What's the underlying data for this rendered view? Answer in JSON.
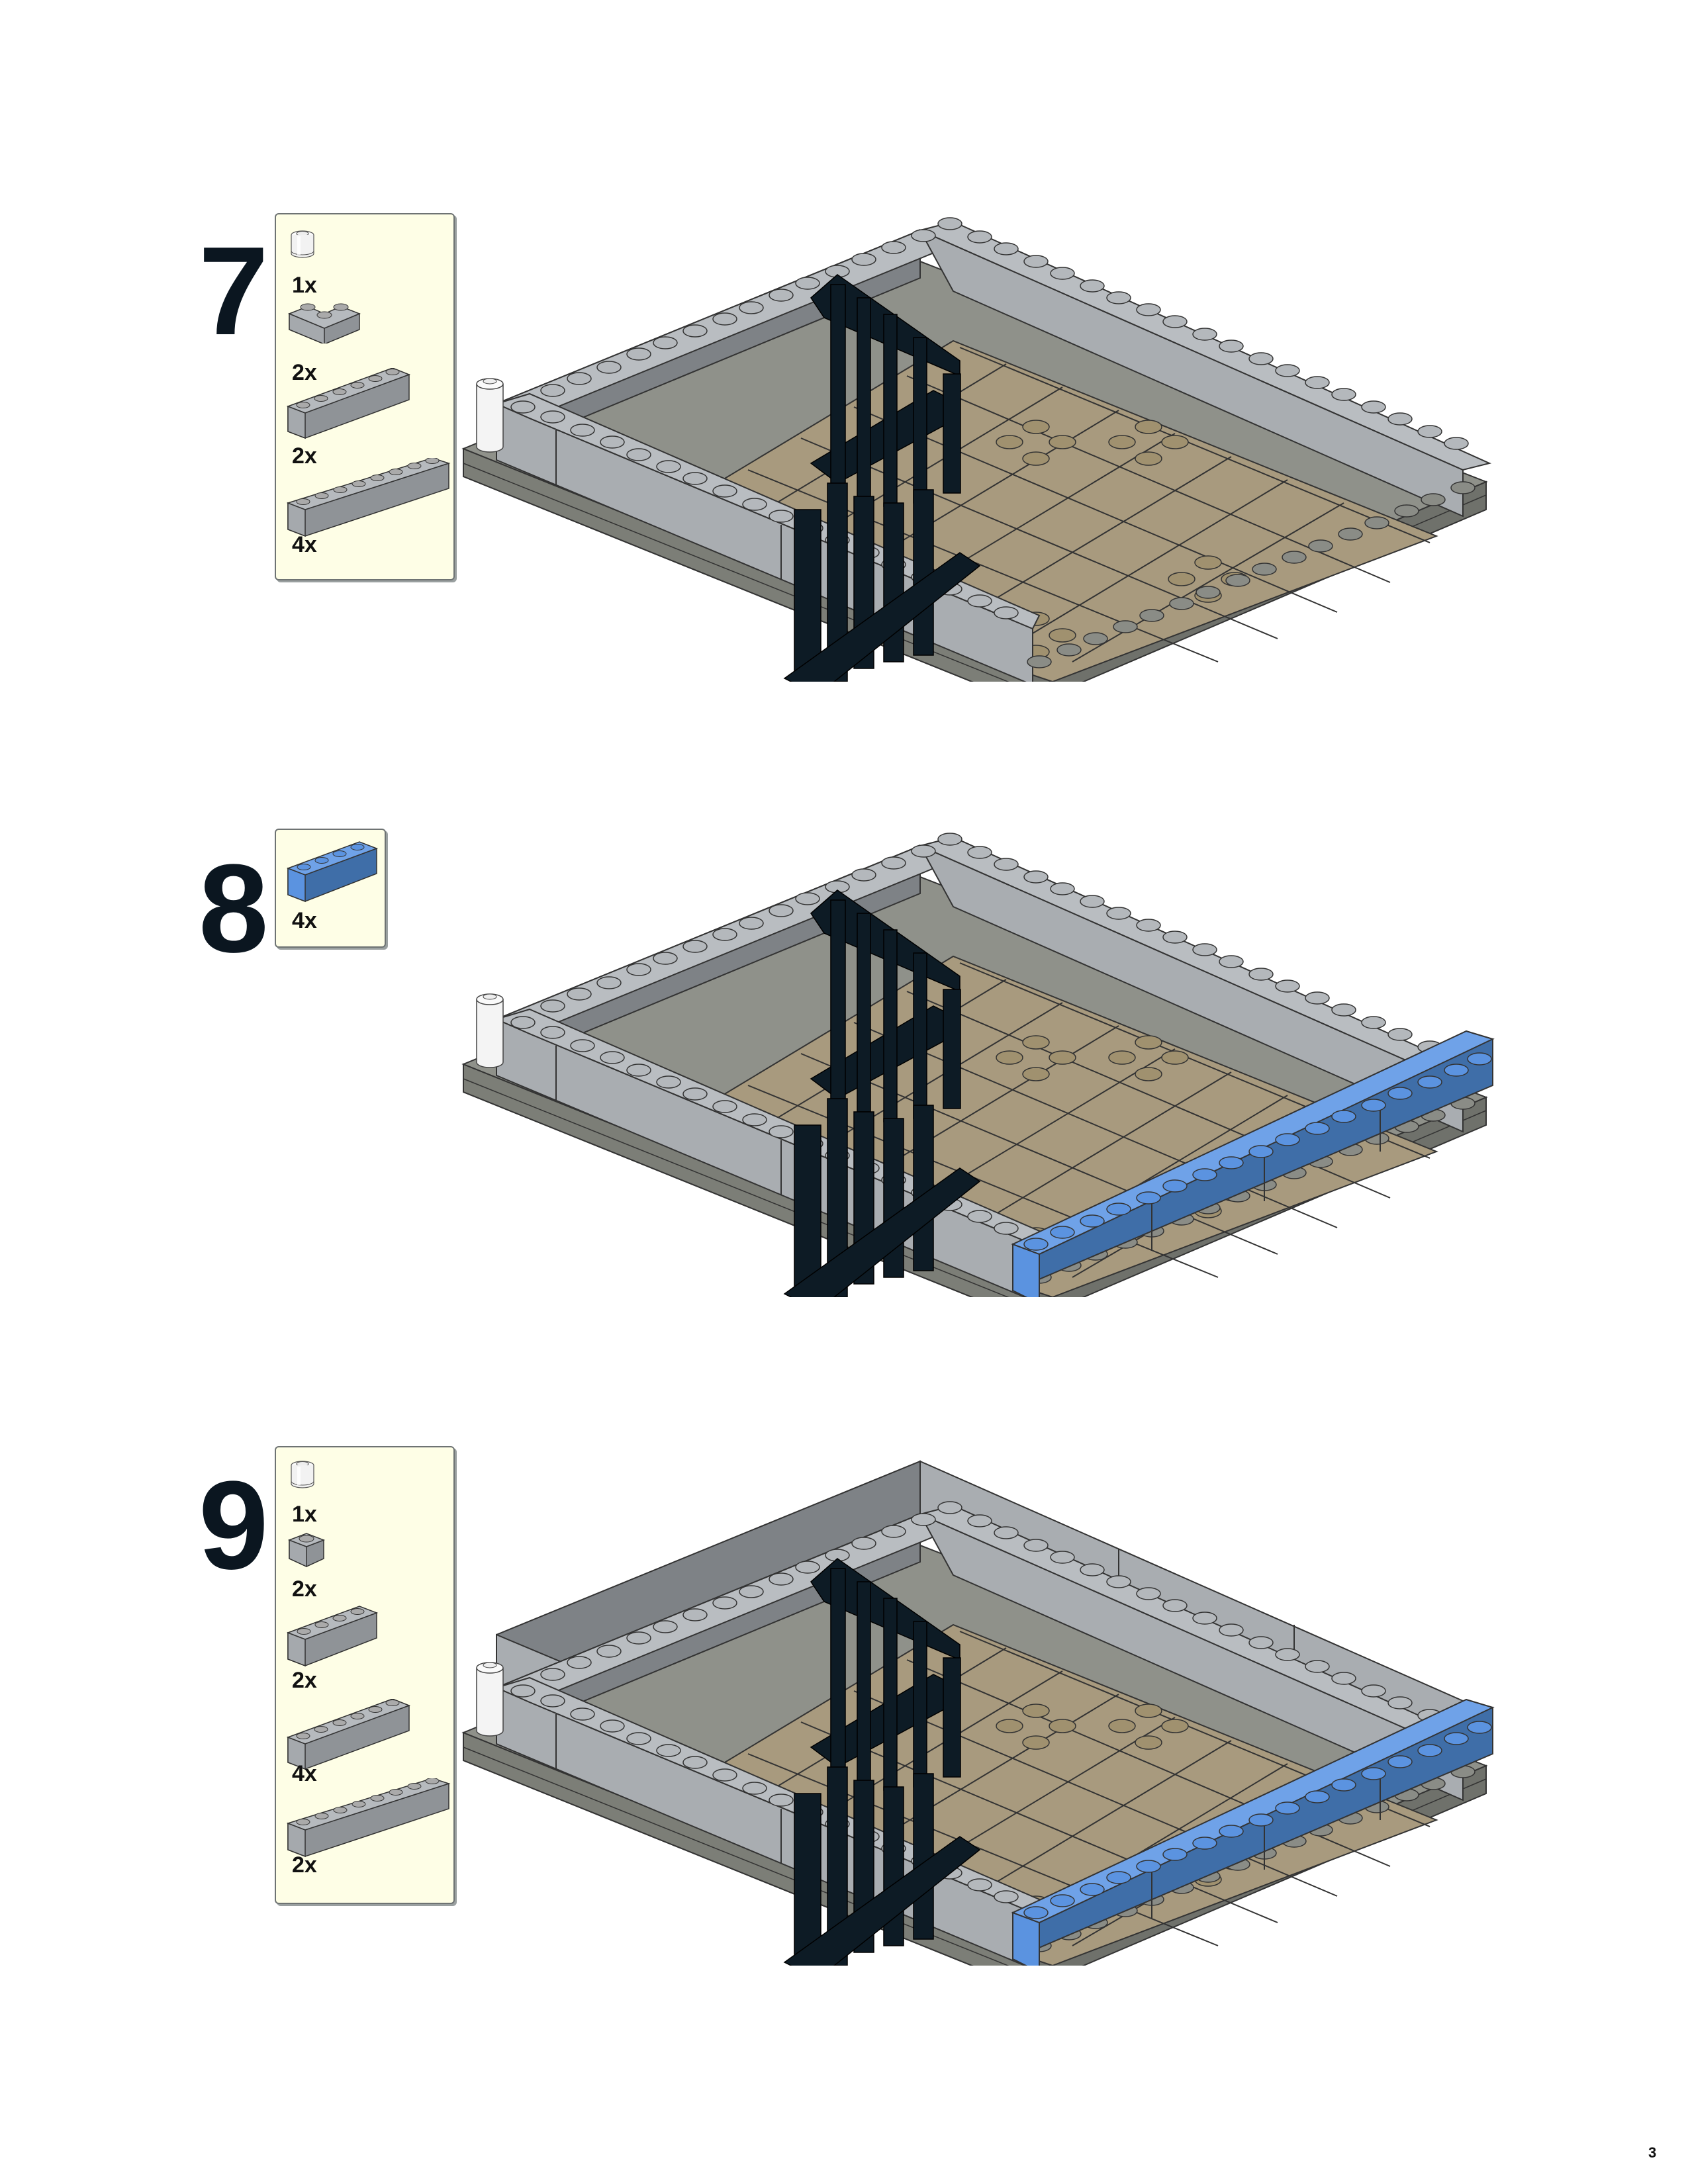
{
  "page": {
    "number": "3"
  },
  "colors": {
    "step_number": "#0b1620",
    "parts_box_bg": "#fefee6",
    "parts_box_border": "#6e7373",
    "light_gray": "#a9adb1",
    "light_gray_dark": "#8a8e92",
    "dark_gray_base": "#6f716b",
    "tan": "#a89a7e",
    "black": "#0d1b25",
    "blue": "#5b93e0",
    "blue_dark": "#3f6ea8",
    "white": "#f4f4f4"
  },
  "steps": [
    {
      "number": "7",
      "parts": [
        {
          "name": "Round brick 1x1 (white)",
          "icon": "round-brick-1x1-white-icon",
          "qty": "1x"
        },
        {
          "name": "Corner brick 2x2 (light gray)",
          "icon": "corner-brick-2x2-gray-icon",
          "qty": "2x"
        },
        {
          "name": "Brick 1x6 (light gray)",
          "icon": "brick-1x6-gray-icon",
          "qty": "2x"
        },
        {
          "name": "Brick 1x8 (light gray)",
          "icon": "brick-1x8-gray-icon",
          "qty": "4x"
        }
      ],
      "model": {
        "blue_wall": false,
        "tall_walls": false
      }
    },
    {
      "number": "8",
      "parts": [
        {
          "name": "Brick 1x4 (medium blue)",
          "icon": "brick-1x4-blue-icon",
          "qty": "4x"
        }
      ],
      "model": {
        "blue_wall": true,
        "tall_walls": false
      }
    },
    {
      "number": "9",
      "parts": [
        {
          "name": "Round brick 1x1 (white)",
          "icon": "round-brick-1x1-white-icon",
          "qty": "1x"
        },
        {
          "name": "Brick 1x1 (light gray)",
          "icon": "brick-1x1-gray-icon",
          "qty": "2x"
        },
        {
          "name": "Brick 1x4 (light gray)",
          "icon": "brick-1x4-gray-icon",
          "qty": "2x"
        },
        {
          "name": "Brick 1x6 (light gray)",
          "icon": "brick-1x6-gray-icon",
          "qty": "4x"
        },
        {
          "name": "Brick 1x8 (light gray)",
          "icon": "brick-1x8-gray-icon",
          "qty": "2x"
        }
      ],
      "model": {
        "blue_wall": true,
        "tall_walls": true
      }
    }
  ]
}
